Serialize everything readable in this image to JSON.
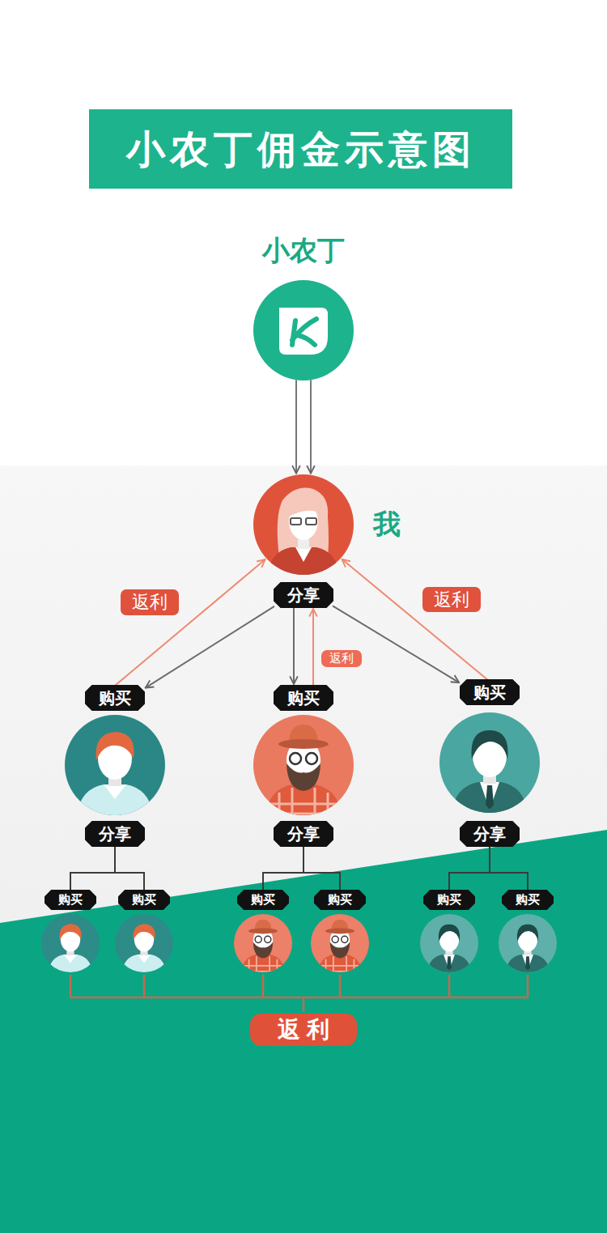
{
  "diagram": {
    "title": "小农丁佣金示意图",
    "nodes": [
      {
        "text": [
          "小农丁"
        ]
      },
      {
        "text": [
          "我"
        ]
      },
      {
        "text": [
          "分享"
        ]
      },
      {
        "text": [
          "购买"
        ]
      },
      {
        "text": [
          "购买"
        ]
      },
      {
        "text": [
          "购买"
        ]
      },
      {
        "text": [
          "分享"
        ]
      },
      {
        "text": [
          "分享"
        ]
      },
      {
        "text": [
          "分享"
        ]
      },
      {
        "text": [
          "购买"
        ]
      },
      {
        "text": [
          "购买"
        ]
      },
      {
        "text": [
          "购买"
        ]
      },
      {
        "text": [
          "购买"
        ]
      },
      {
        "text": [
          "购买"
        ]
      },
      {
        "text": [
          "购买"
        ]
      },
      {
        "text": [
          "返利"
        ]
      }
    ],
    "edges": [
      {
        "from": 0,
        "to": 1,
        "arrow": "to"
      },
      {
        "from": 2,
        "to": 3,
        "arrow": "to"
      },
      {
        "from": 2,
        "to": 4,
        "arrow": "to"
      },
      {
        "from": 2,
        "to": 5,
        "arrow": "to"
      },
      {
        "from": 3,
        "to": 1,
        "label": "返利",
        "arrow": "to"
      },
      {
        "from": 4,
        "to": 2,
        "label": "返利",
        "arrow": "to"
      },
      {
        "from": 5,
        "to": 1,
        "label": "返利",
        "arrow": "to"
      },
      {
        "from": 6,
        "to": 9,
        "arrow": "none"
      },
      {
        "from": 6,
        "to": 10,
        "arrow": "none"
      },
      {
        "from": 7,
        "to": 11,
        "arrow": "none"
      },
      {
        "from": 7,
        "to": 12,
        "arrow": "none"
      },
      {
        "from": 8,
        "to": 13,
        "arrow": "none"
      },
      {
        "from": 8,
        "to": 14,
        "arrow": "none"
      }
    ]
  }
}
